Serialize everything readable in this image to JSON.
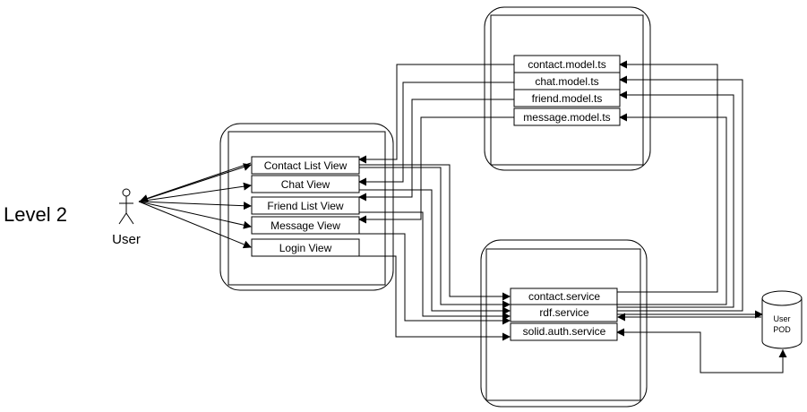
{
  "title": "Level 2",
  "actor": {
    "label": "User"
  },
  "views": [
    "Contact List View",
    "Chat View",
    "Friend List View",
    "Message View",
    "Login View"
  ],
  "models": [
    "contact.model.ts",
    "chat.model.ts",
    "friend.model.ts",
    "message.model.ts"
  ],
  "services": [
    "contact.service",
    "rdf.service",
    "solid.auth.service"
  ],
  "pod": {
    "line1": "User",
    "line2": "POD"
  }
}
